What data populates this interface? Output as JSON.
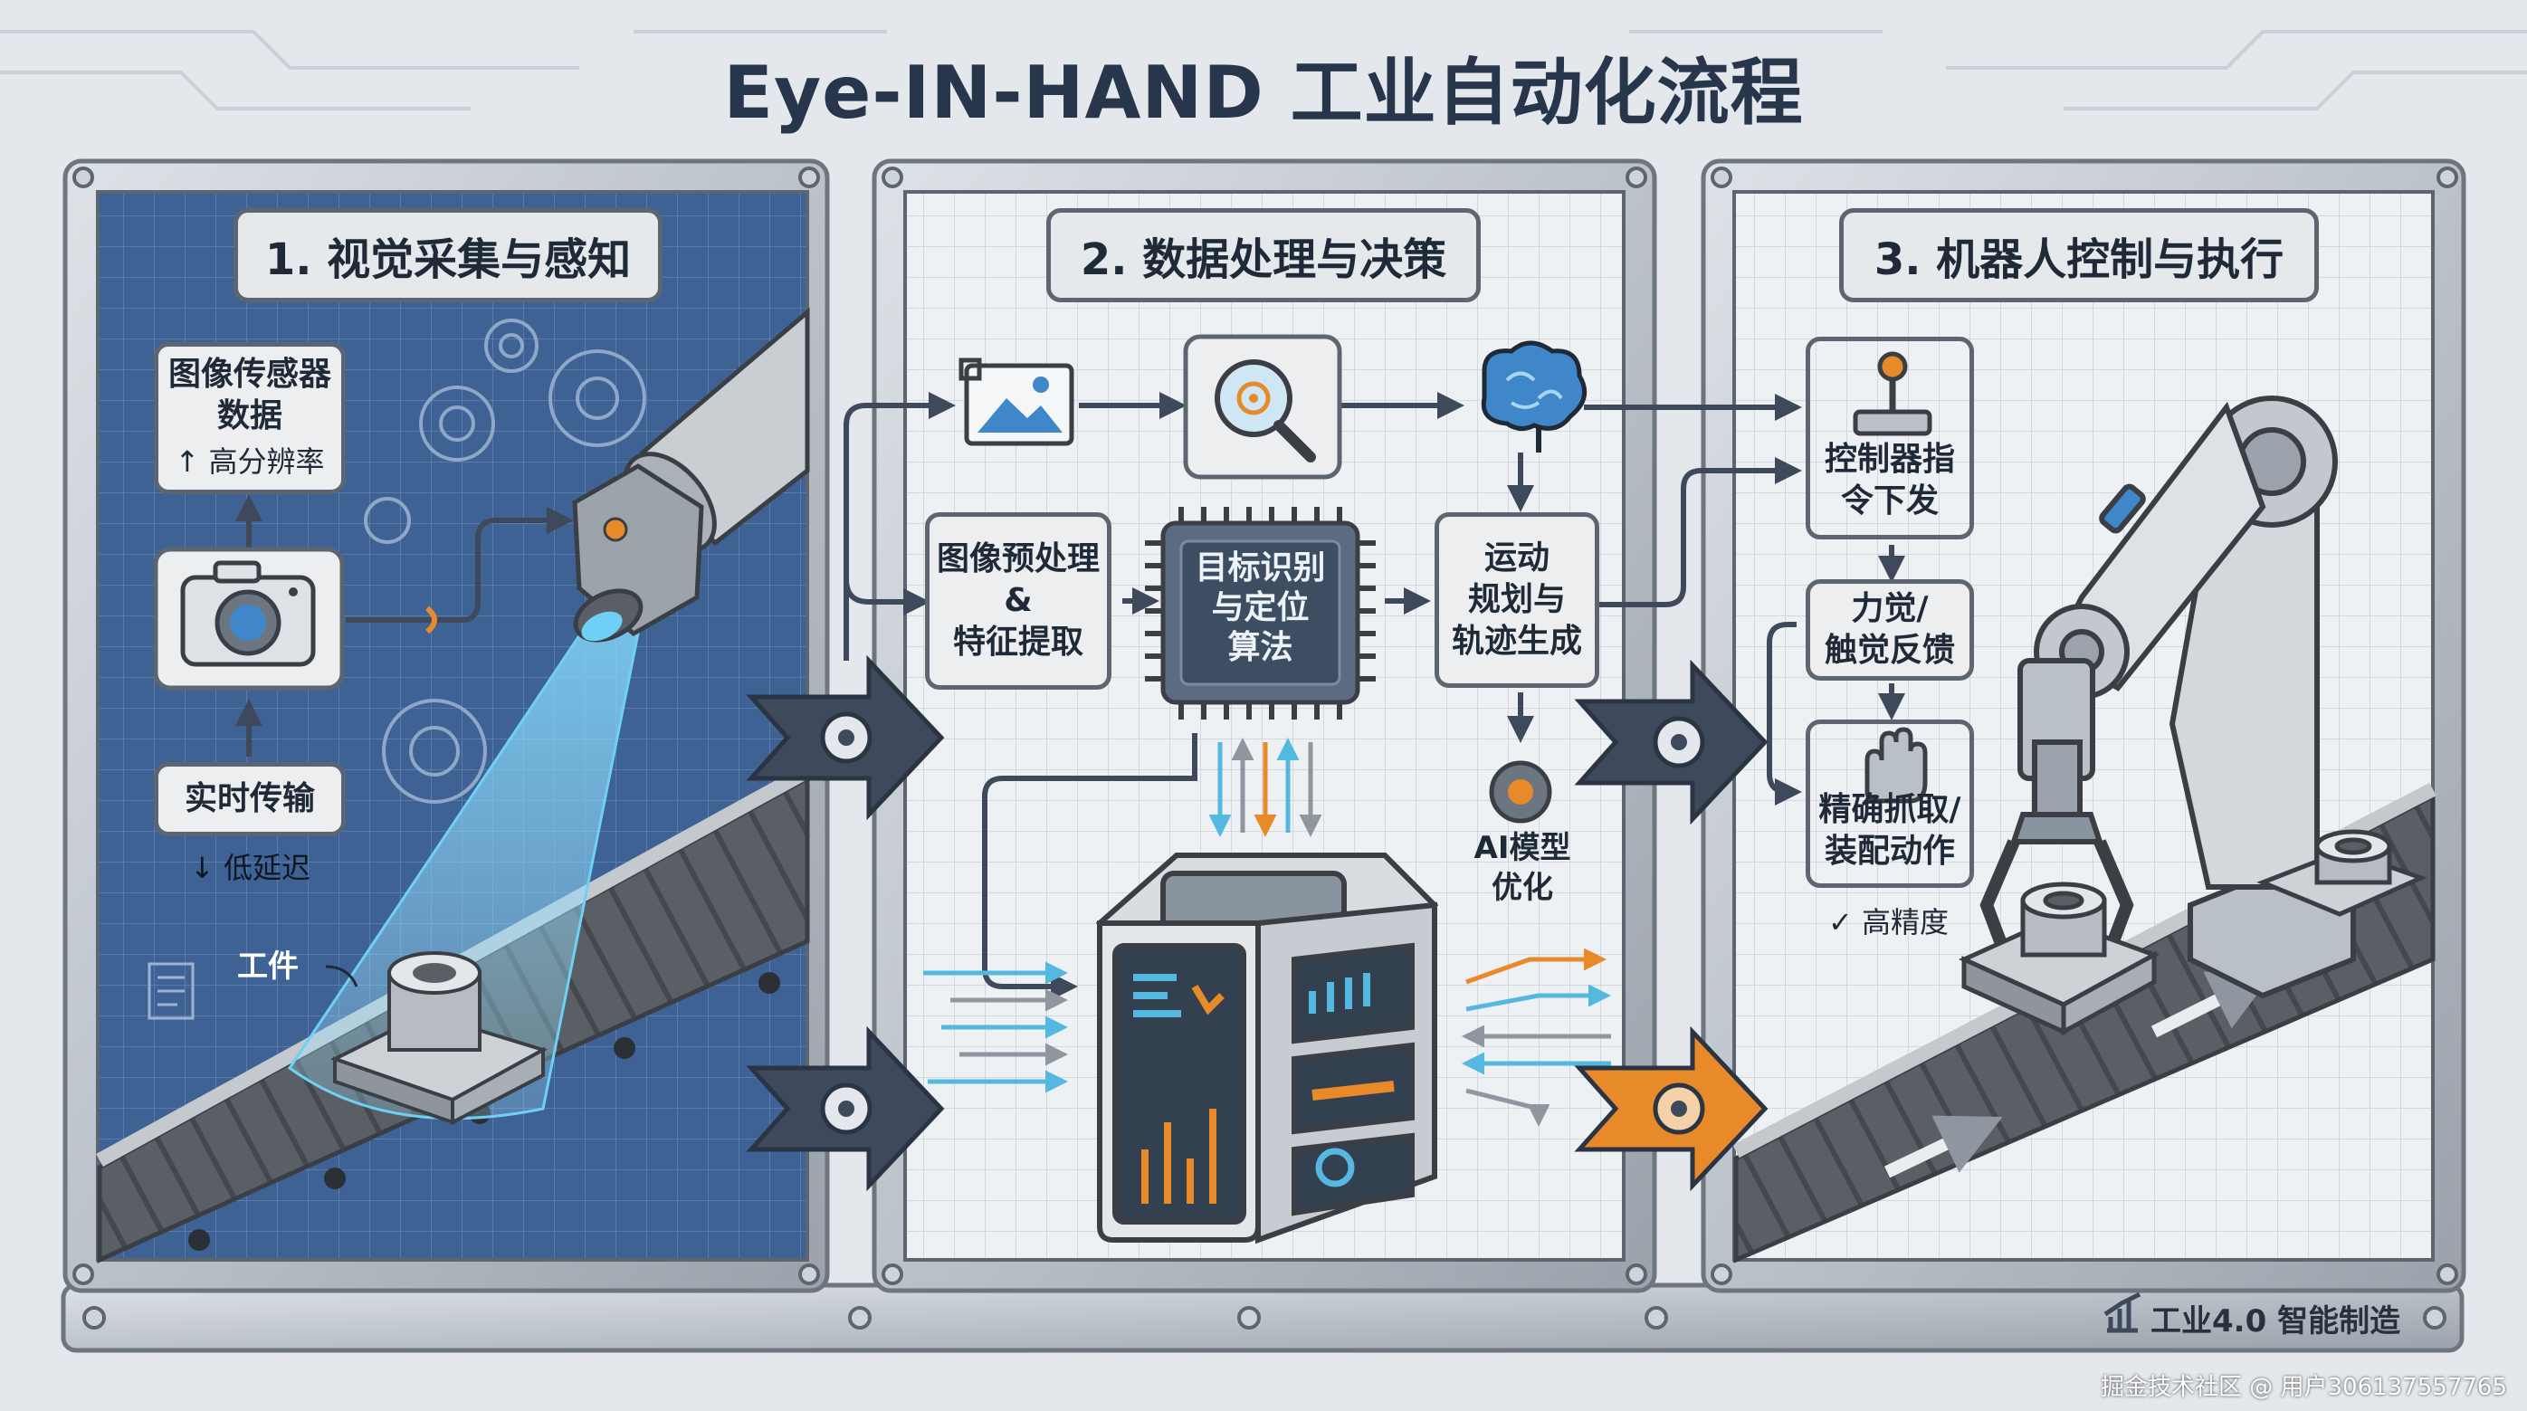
{
  "title": "Eye-IN-HAND 工业自动化流程",
  "phases": [
    {
      "title": "1. 视觉采集与感知"
    },
    {
      "title": "2. 数据处理与决策"
    },
    {
      "title": "3. 机器人控制与执行"
    }
  ],
  "panel1": {
    "sensor_box": {
      "line1": "图像传感器",
      "line2": "数据",
      "sub": "↑ 高分辨率"
    },
    "transfer_box": {
      "label": "实时传输"
    },
    "transfer_sub": "↓ 低延迟",
    "workpiece_label": "工件"
  },
  "panel2": {
    "preprocess_box": {
      "line1": "图像预处理",
      "line2": "&",
      "line3": "特征提取"
    },
    "chip_text": {
      "line1": "目标识别",
      "line2": "与定位",
      "line3": "算法"
    },
    "motion_box": {
      "line1": "运动",
      "line2": "规划与",
      "line3": "轨迹生成"
    },
    "ai_label": {
      "line1": "AI模型",
      "line2": "优化"
    }
  },
  "panel3": {
    "controller_box": {
      "line1": "控制器指",
      "line2": "令下发"
    },
    "feedback_box": {
      "line1": "力觉/",
      "line2": "触觉反馈"
    },
    "grasp_box": {
      "line1": "精确抓取/",
      "line2": "装配动作"
    },
    "precision_label": "✓ 高精度"
  },
  "footer": {
    "label": "工业4.0 智能制造"
  },
  "watermark": "掘金技术社区 @ 用户306137557765",
  "icons": [
    "gear-icon",
    "camera-icon",
    "image-icon",
    "magnifier-icon",
    "brain-icon",
    "joystick-icon",
    "hand-icon",
    "chip-icon",
    "server-icon",
    "chart-icon",
    "check-icon"
  ],
  "colors": {
    "background": "#e4e8ec",
    "panel_blue": "#3d5f8f",
    "panel_light": "#edf0f3",
    "frame": "#8d949c",
    "accent_orange": "#e98a2a",
    "accent_cyan": "#55b8e0",
    "arrow_dark": "#3e4a5c",
    "text_dark": "#27364a"
  }
}
